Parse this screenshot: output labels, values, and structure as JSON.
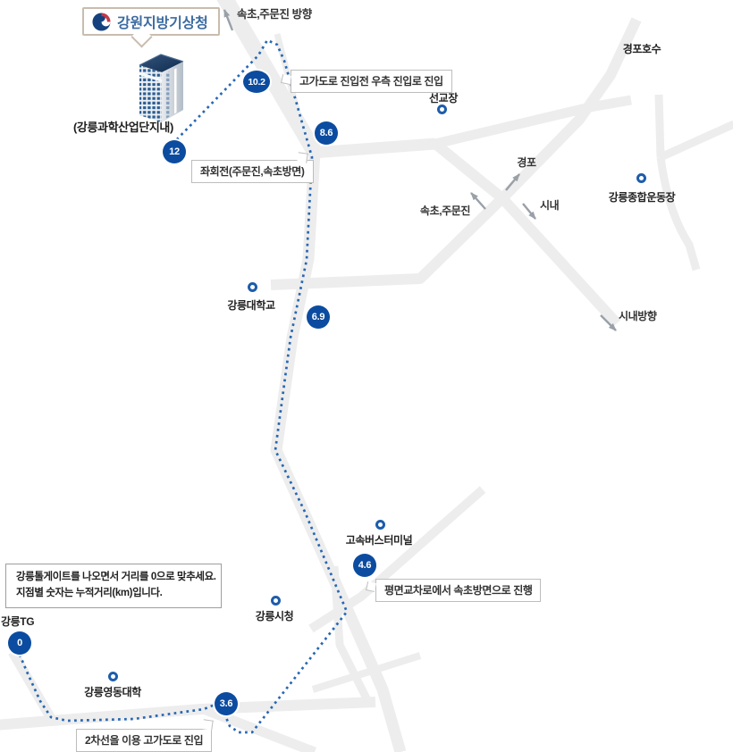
{
  "colors": {
    "road": "#ededed",
    "route_blue": "#2767b3",
    "marker_blue": "#0b4ca0",
    "poi_ring_blue": "#1e5dab",
    "arrow_gray": "#99a0a8",
    "logo_text_blue": "#3c6ca1",
    "logo_border_tan": "#c9bcae",
    "logo_navy": "#16417f",
    "logo_red": "#c23a48",
    "callout_border": "#bdbdbd",
    "text_dark": "#2b2b2b"
  },
  "agency": {
    "name": "강원지방기상청",
    "location_note": "(강릉과학산업단지내)"
  },
  "guide_note": {
    "line1": "강릉톨게이트를 나오면서 거리를 0으로 맞추세요.",
    "line2": "지점별 숫자는 누적거리(km)입니다."
  },
  "distance_markers": [
    {
      "value": "0"
    },
    {
      "value": "3.6"
    },
    {
      "value": "4.6"
    },
    {
      "value": "6.9"
    },
    {
      "value": "8.6"
    },
    {
      "value": "10.2"
    },
    {
      "value": "12"
    }
  ],
  "pois": [
    {
      "name": "선교장"
    },
    {
      "name": "강릉종합운동장"
    },
    {
      "name": "강릉대학교"
    },
    {
      "name": "고속버스터미널"
    },
    {
      "name": "강릉시청"
    },
    {
      "name": "강릉영동대학"
    }
  ],
  "places": [
    {
      "name": "강릉TG"
    },
    {
      "name": "경포호수"
    }
  ],
  "signs": [
    {
      "label": "속초,주문진 방향"
    },
    {
      "label": "경포"
    },
    {
      "label": "시내"
    },
    {
      "label": "속초,주문진"
    },
    {
      "label": "시내방향"
    }
  ],
  "callouts": [
    {
      "text": "고가도로 진입전 우측 진입로 진입"
    },
    {
      "text": "좌회전(주문진,속초방면)"
    },
    {
      "text": "평면교차로에서 속초방면으로 진행"
    },
    {
      "text": "2차선을 이용 고가도로 진입"
    }
  ]
}
